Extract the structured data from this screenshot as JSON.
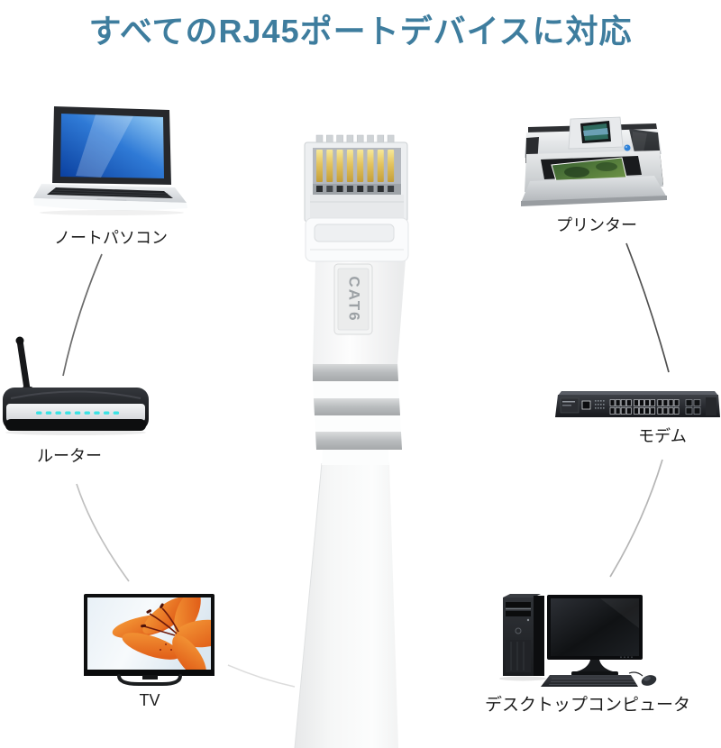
{
  "title": "すべてのRJ45ポートデバイスに対応",
  "colors": {
    "title_text": "#3E7D9E",
    "label_text": "#1C1C1C",
    "router_led": "#3BE2E3",
    "connector_gold": "#E3C35E",
    "cable_white": "#FAFBFC",
    "screen_blue": "#2F7AD6"
  },
  "cable": {
    "print_label": "CAT6"
  },
  "devices": {
    "laptop": {
      "label": "ノートパソコン",
      "icon": "laptop-icon"
    },
    "printer": {
      "label": "プリンター",
      "icon": "printer-icon"
    },
    "router": {
      "label": "ルーター",
      "icon": "router-icon"
    },
    "modem": {
      "label": "モデム",
      "icon": "network-switch-icon"
    },
    "tv": {
      "label": "TV",
      "icon": "tv-icon"
    },
    "desktop": {
      "label": "デスクトップコンピュータ",
      "icon": "desktop-computer-icon"
    }
  }
}
